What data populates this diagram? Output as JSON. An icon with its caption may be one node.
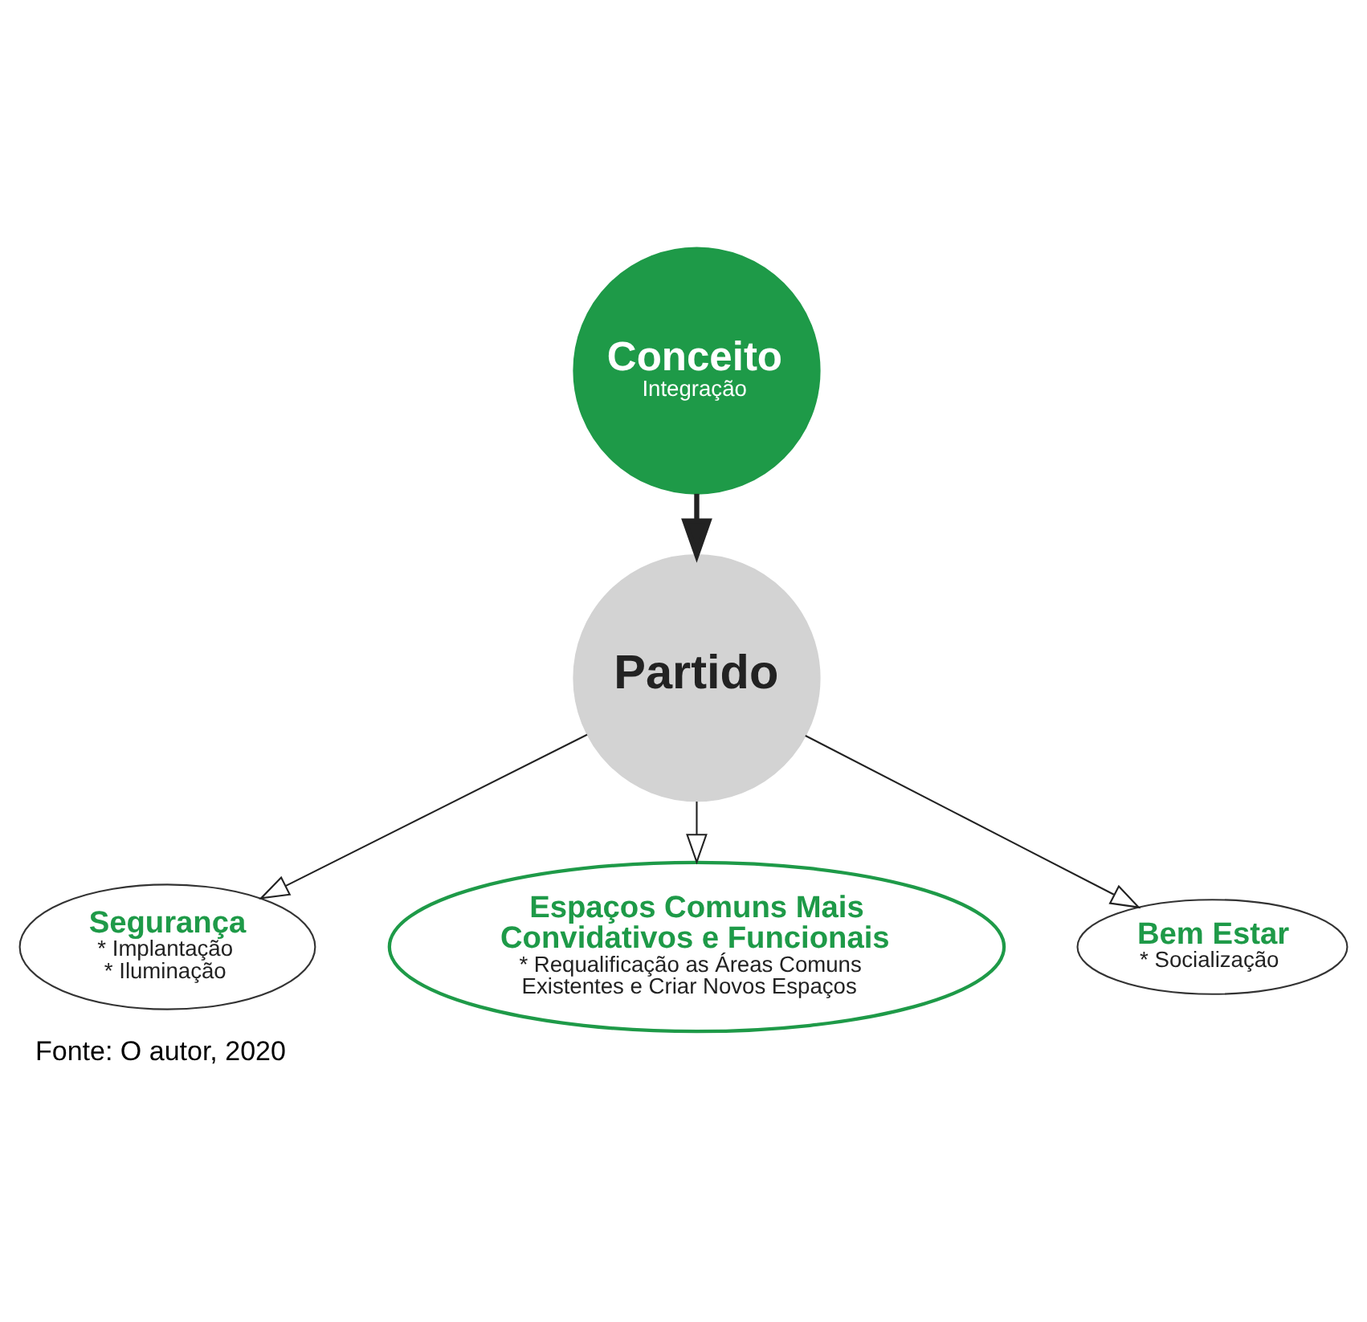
{
  "diagram": {
    "caption": "Fonte: O autor, 2020",
    "nodes": [
      {
        "text": [
          "Conceito",
          "Integração"
        ]
      },
      {
        "text": [
          "Partido"
        ]
      },
      {
        "text": [
          "Segurança",
          "* Implantação",
          "* Iluminação"
        ]
      },
      {
        "text": [
          "Espaços Comuns Mais Convidativos e Funcionais",
          "* Requalificação as Áreas Comuns Existentes e Criar Novos Espaços"
        ]
      },
      {
        "text": [
          "Bem Estar",
          "* Socialização"
        ]
      }
    ],
    "edges": [
      {
        "from": 0,
        "to": 1,
        "arrow": "to",
        "style": "thick"
      },
      {
        "from": 1,
        "to": 2,
        "arrow": "to"
      },
      {
        "from": 1,
        "to": 3,
        "arrow": "to"
      },
      {
        "from": 1,
        "to": 4,
        "arrow": "to"
      }
    ]
  }
}
